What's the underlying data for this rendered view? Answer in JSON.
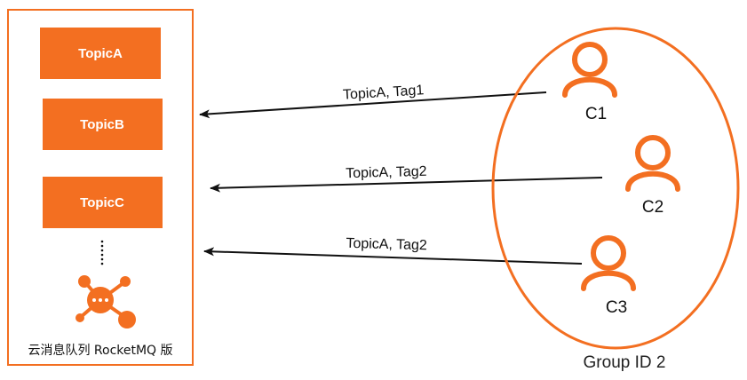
{
  "colors": {
    "accent": "#F36F21",
    "text": "#111111",
    "arrow": "#111111"
  },
  "broker": {
    "label": "云消息队列 RocketMQ 版",
    "icon": "rocketmq-logo-icon",
    "topics": [
      {
        "label": "TopicA"
      },
      {
        "label": "TopicB"
      },
      {
        "label": "TopicC"
      }
    ],
    "ellipsis": "⋮"
  },
  "group": {
    "label": "Group ID 2",
    "consumers": [
      {
        "label": "C1",
        "icon": "user-icon"
      },
      {
        "label": "C2",
        "icon": "user-icon"
      },
      {
        "label": "C3",
        "icon": "user-icon"
      }
    ]
  },
  "subscriptions": [
    {
      "label": "TopicA, Tag1"
    },
    {
      "label": "TopicA, Tag2"
    },
    {
      "label": "TopicA, Tag2"
    }
  ]
}
